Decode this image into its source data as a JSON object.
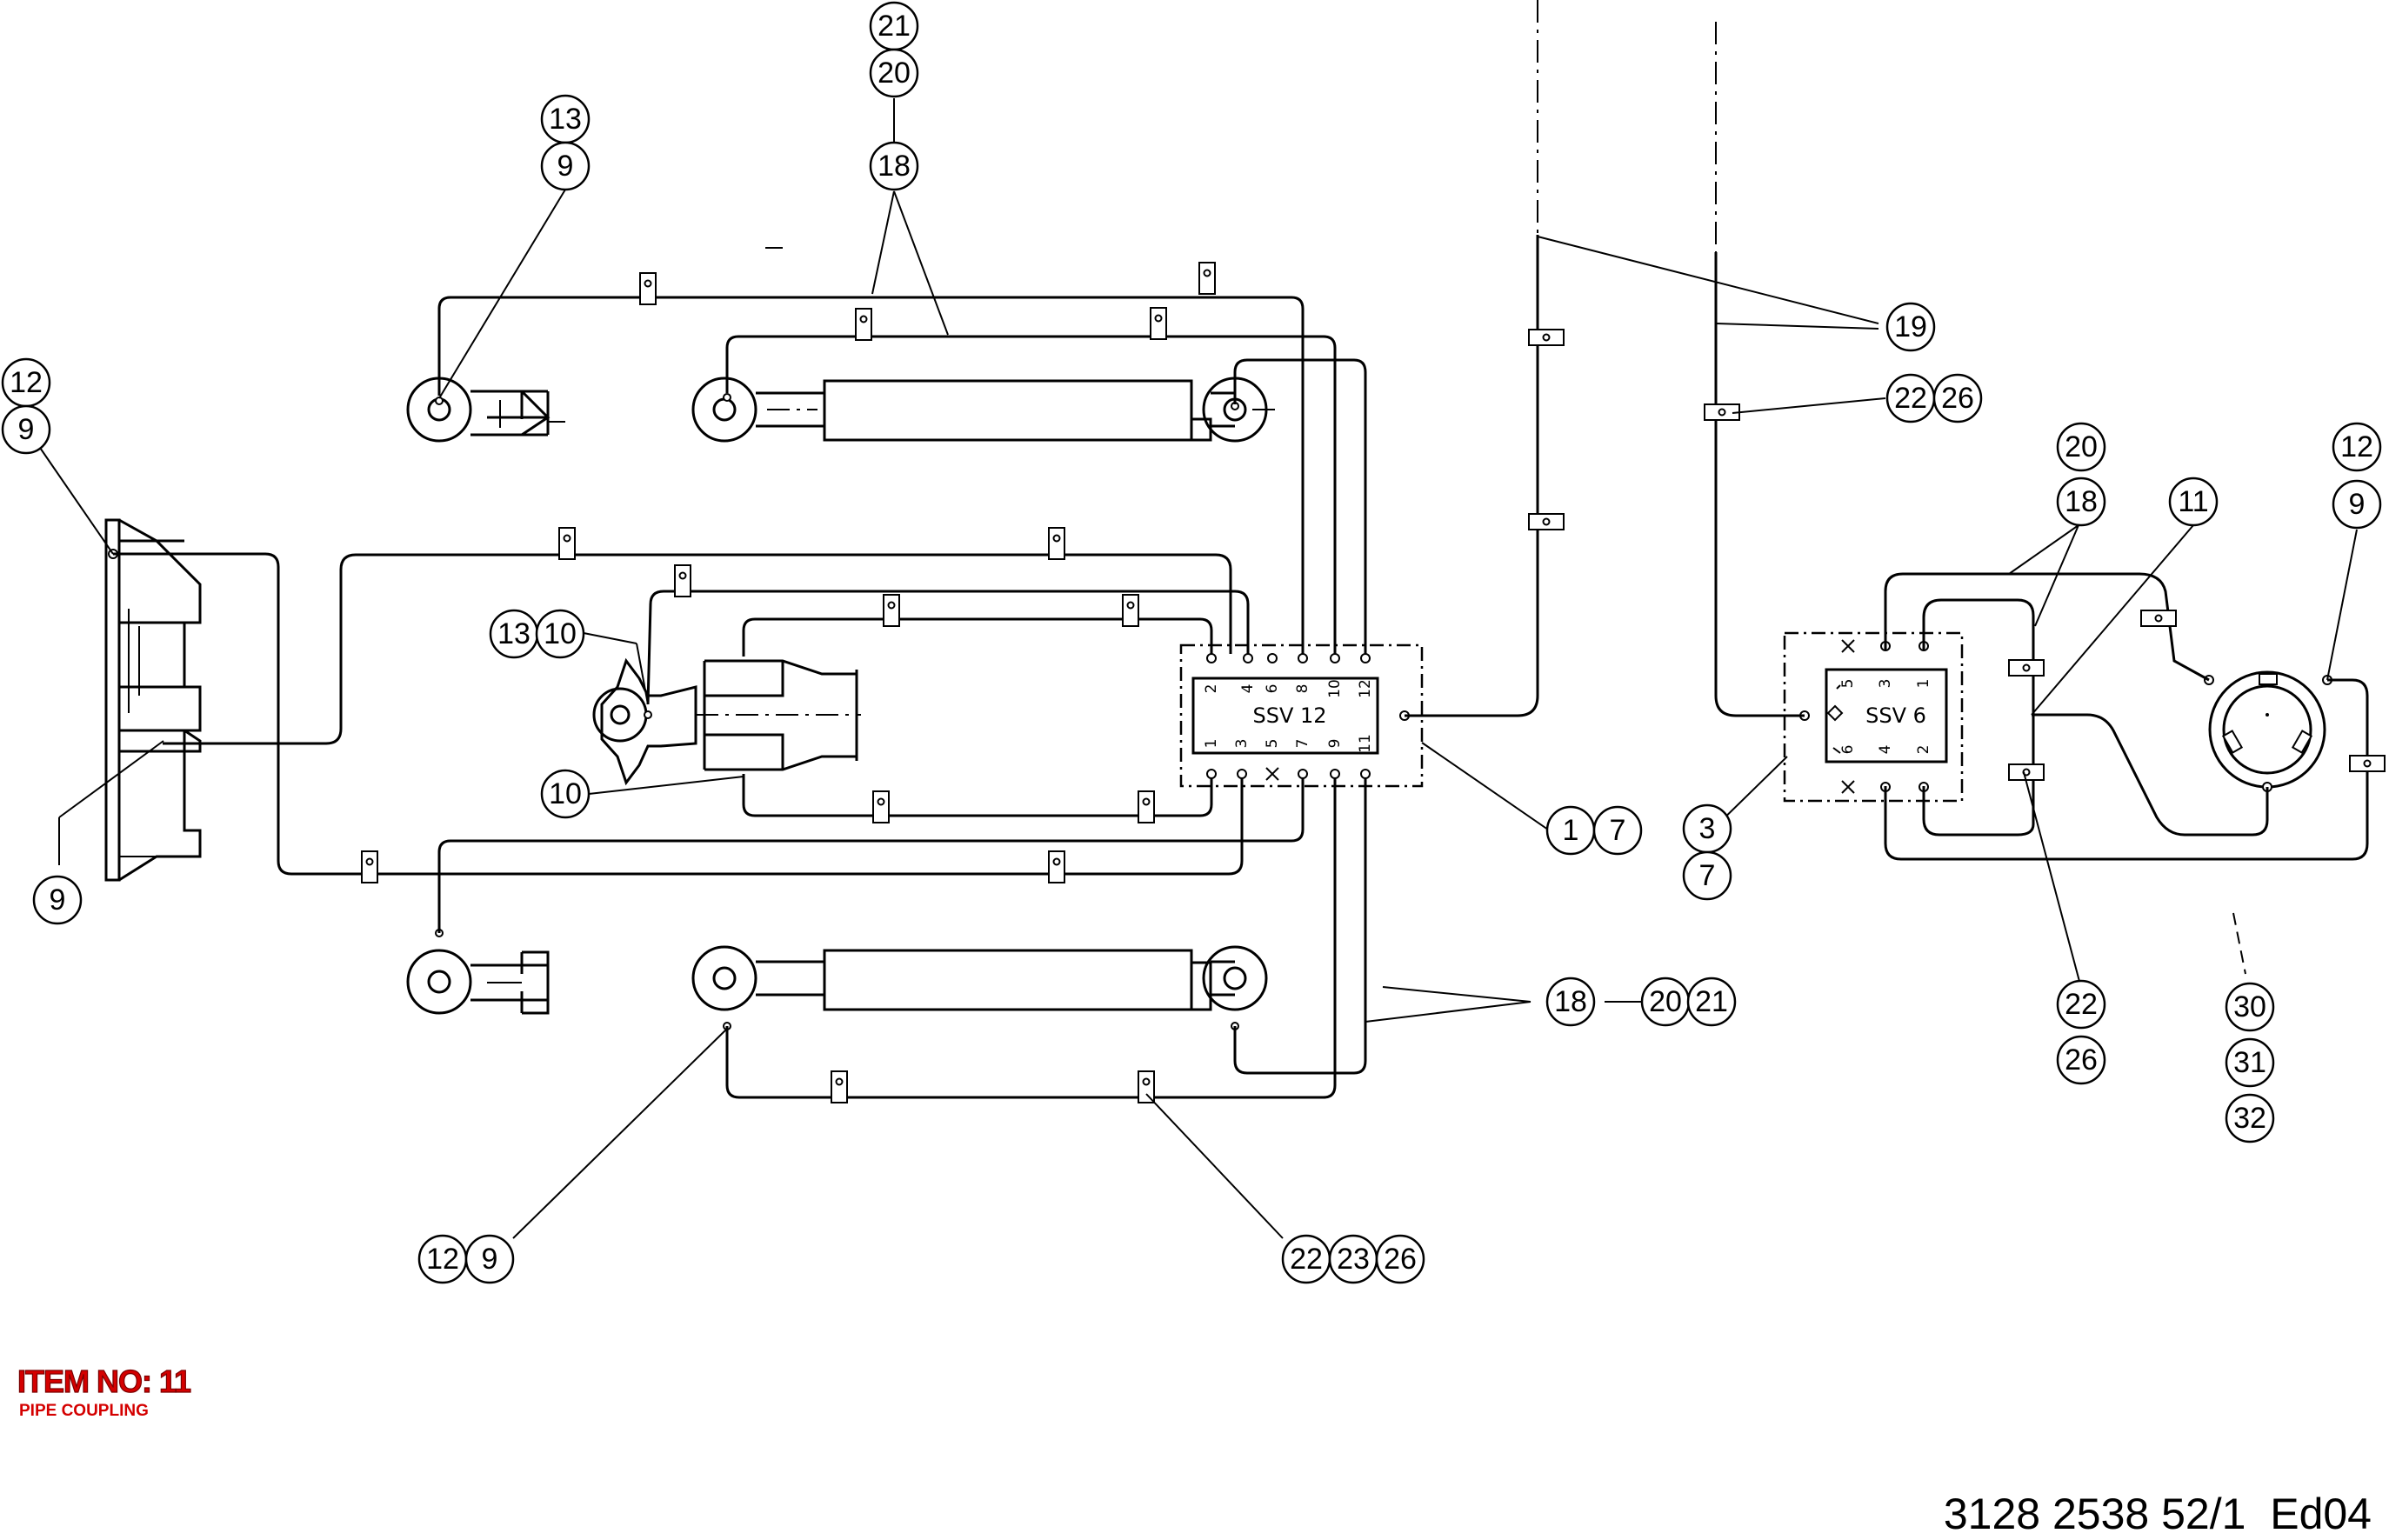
{
  "item": {
    "title": "ITEM NO: 11",
    "subtitle": "PIPE COUPLING"
  },
  "drawing_number": "3128 2538 52/1  Ed04",
  "colors": {
    "line": "#000000",
    "item_label": "#d40000"
  },
  "valves": {
    "ssv12": {
      "label": "SSV 12",
      "pins_top": [
        "2",
        "4",
        "6",
        "8",
        "10",
        "12"
      ],
      "pins_bottom": [
        "1",
        "3",
        "5",
        "7",
        "9",
        "11"
      ]
    },
    "ssv6": {
      "label": "SSV 6",
      "pins_top": [
        "5",
        "3",
        "1"
      ],
      "pins_bottom": [
        "6",
        "4",
        "2"
      ]
    }
  },
  "callouts": {
    "c21a": "21",
    "c20a": "20",
    "c18a": "18",
    "c13a": "13",
    "c9a": "9",
    "c12b": "12",
    "c9b": "9",
    "c13c": "13",
    "c10c": "10",
    "c10d": "10",
    "c9e": "9",
    "c19": "19",
    "c22a": "22",
    "c26a": "26",
    "c1": "1",
    "c7a": "7",
    "c3": "3",
    "c7b": "7",
    "c20b": "20",
    "c18b": "18",
    "c11": "11",
    "c12c": "12",
    "c9c": "9",
    "c18c": "18",
    "c20c": "20",
    "c21c": "21",
    "c22b": "22",
    "c26b": "26",
    "c30": "30",
    "c31": "31",
    "c32": "32",
    "c12d": "12",
    "c9d": "9",
    "c22c": "22",
    "c23c": "23",
    "c26c": "26"
  }
}
